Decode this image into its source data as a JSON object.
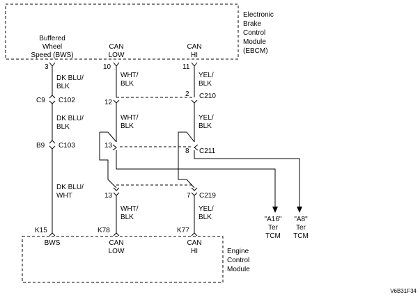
{
  "modules": {
    "ebcm": {
      "lines": [
        "Electronic",
        "Brake",
        "Control",
        "Module",
        "(EBCM)"
      ],
      "pins": [
        {
          "lines": [
            "Buffered",
            "Wheel",
            "Speed (BWS)"
          ],
          "number": "3"
        },
        {
          "lines": [
            "CAN",
            "LOW"
          ],
          "number": "10"
        },
        {
          "lines": [
            "CAN",
            "HI"
          ],
          "number": "11"
        }
      ]
    },
    "ecm": {
      "lines": [
        "Engine",
        "Control",
        "Module"
      ],
      "pins": [
        {
          "number": "K15",
          "lines": [
            "BWS"
          ]
        },
        {
          "number": "K78",
          "lines": [
            "CAN",
            "LOW"
          ]
        },
        {
          "number": "K77",
          "lines": [
            "CAN",
            "HI"
          ]
        }
      ]
    }
  },
  "wire_labels": {
    "bws": [
      [
        "DK BLU/",
        "BLK"
      ],
      [
        "DK BLU/",
        "BLK"
      ],
      [
        "DK BLU/",
        "WHT"
      ]
    ],
    "can_low": [
      [
        "WHT/",
        "BLK"
      ],
      [
        "WHT/",
        "BLK"
      ],
      [
        "WHT/",
        "BLK"
      ]
    ],
    "can_hi": [
      [
        "YEL/",
        "BLK"
      ],
      [
        "YEL/",
        "BLK"
      ],
      [
        "YEL/",
        "BLK"
      ]
    ]
  },
  "connectors": {
    "c102": {
      "pin": "C9",
      "name": "C102"
    },
    "c103": {
      "pin": "B9",
      "name": "C103"
    },
    "c210": {
      "pin_low": "12",
      "pin_hi": "2",
      "name": "C210"
    },
    "c211": {
      "pin_low": "13",
      "pin_hi": "8",
      "name": "C211"
    },
    "c219": {
      "pin_low": "13",
      "pin_hi": "7",
      "name": "C219"
    }
  },
  "tcm_refs": [
    {
      "lines": [
        "\"A16\"",
        "Ter",
        "TCM"
      ]
    },
    {
      "lines": [
        "\"A8\"",
        "Ter",
        "TCM"
      ]
    }
  ],
  "figure_id": "V6B31F34"
}
